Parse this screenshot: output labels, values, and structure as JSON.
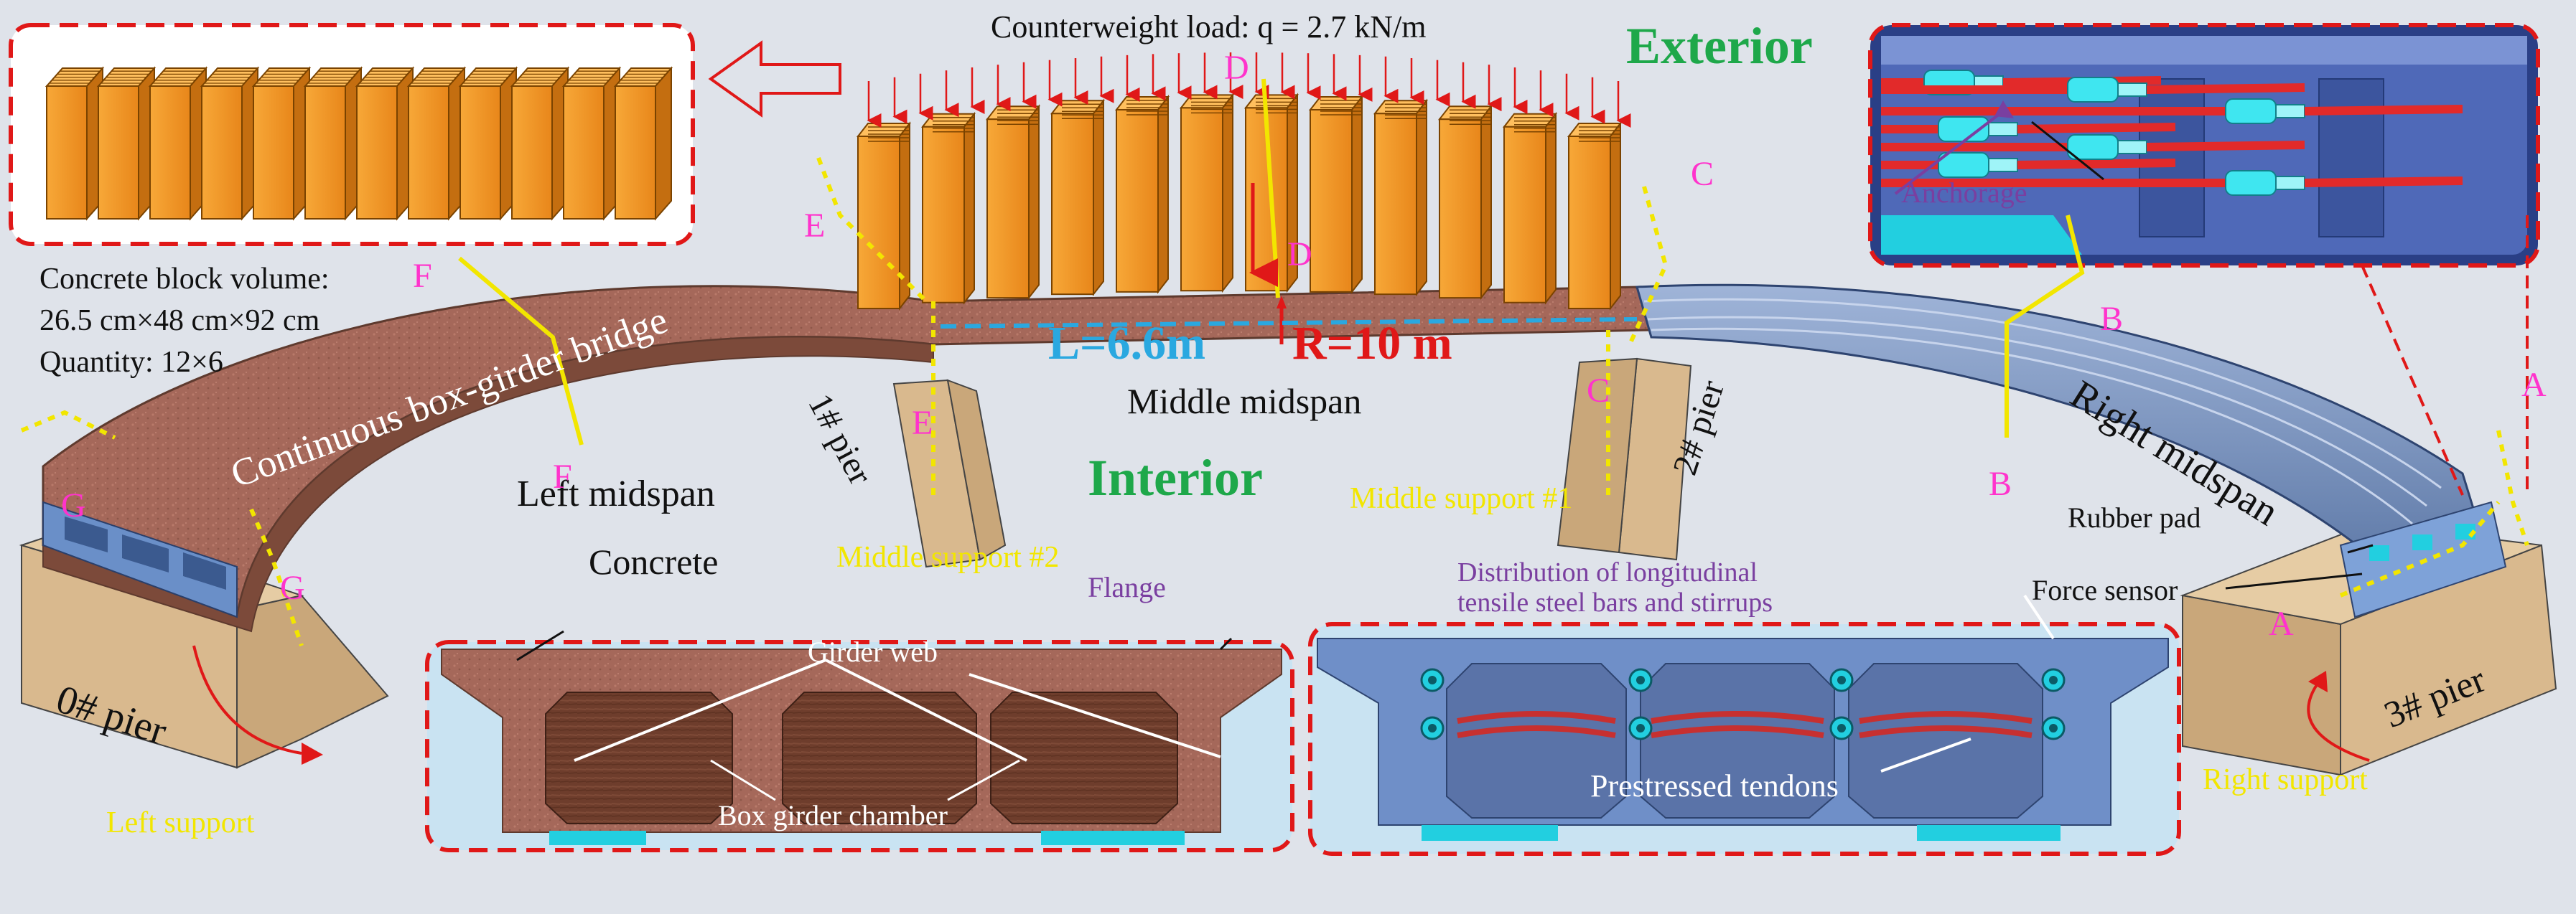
{
  "colors": {
    "background": "#dfe3ea",
    "callout_border": "#e01818",
    "label_black": "#111111",
    "label_magenta": "#ff33cc",
    "label_green": "#1ea84a",
    "label_blue": "#2aa8e0",
    "label_red": "#e01818",
    "label_purple": "#7a3fa0",
    "label_yellow": "#f2e600",
    "concrete": "#a5685a",
    "steel_blue": "#7d96c2",
    "block_orange": "#f39a22",
    "pier": "#d9b98e",
    "bearing_cyan": "#22cfe0"
  },
  "labels": {
    "counterweight": "Counterweight load: q = 2.7 kN/m",
    "exterior": "Exterior",
    "interior": "Interior",
    "block_volume_line1": "Concrete block volume:",
    "block_volume_line2": "26.5 cm×48 cm×92 cm",
    "block_quantity": "Quantity: 12×6",
    "bridge_name": "Continuous box-girder bridge",
    "length": "L=6.6m",
    "radius": "R=10 m",
    "middle_midspan": "Middle midspan",
    "left_midspan": "Left midspan",
    "right_midspan": "Right midspan",
    "pier_0": "0# pier",
    "pier_1": "1# pier",
    "pier_2": "2# pier",
    "pier_3": "3# pier",
    "middle_support_1": "Middle support #1",
    "middle_support_2": "Middle support #2",
    "left_support": "Left support",
    "right_support": "Right support",
    "anchorage": "Anchorage",
    "rubber_pad": "Rubber pad",
    "force_sensor": "Force sensor",
    "concrete": "Concrete",
    "flange": "Flange",
    "girder_web": "Girder web",
    "box_girder_chamber": "Box girder chamber",
    "steel_bars_line1": "Distribution of longitudinal",
    "steel_bars_line2": "tensile steel bars and stirrups",
    "prestressed_tendons": "Prestressed tendons"
  },
  "section_letters": {
    "A_top": "A",
    "A_bottom": "A",
    "B_top": "B",
    "B_bottom": "B",
    "C_top": "C",
    "C_bottom": "C",
    "D_top": "D",
    "D_bottom": "D",
    "E_top": "E",
    "E_bottom": "E",
    "F_top": "F",
    "F_bottom": "F",
    "G_top": "G",
    "G_bottom": "G"
  },
  "counterweight_blocks": {
    "columns": 12,
    "rows": 6
  }
}
